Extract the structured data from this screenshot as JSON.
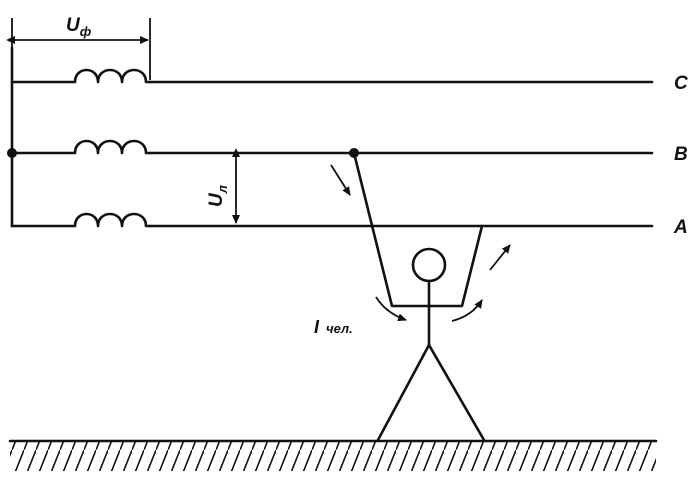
{
  "phases": {
    "c": "C",
    "b": "B",
    "a": "A"
  },
  "phase_voltage": {
    "symbol": "U",
    "subscript": "ф"
  },
  "line_voltage": {
    "symbol": "U",
    "subscript": "л"
  },
  "human_current": {
    "symbol": "I",
    "subscript": "чел."
  },
  "colors": {
    "line": "#111111",
    "background": "#ffffff"
  }
}
